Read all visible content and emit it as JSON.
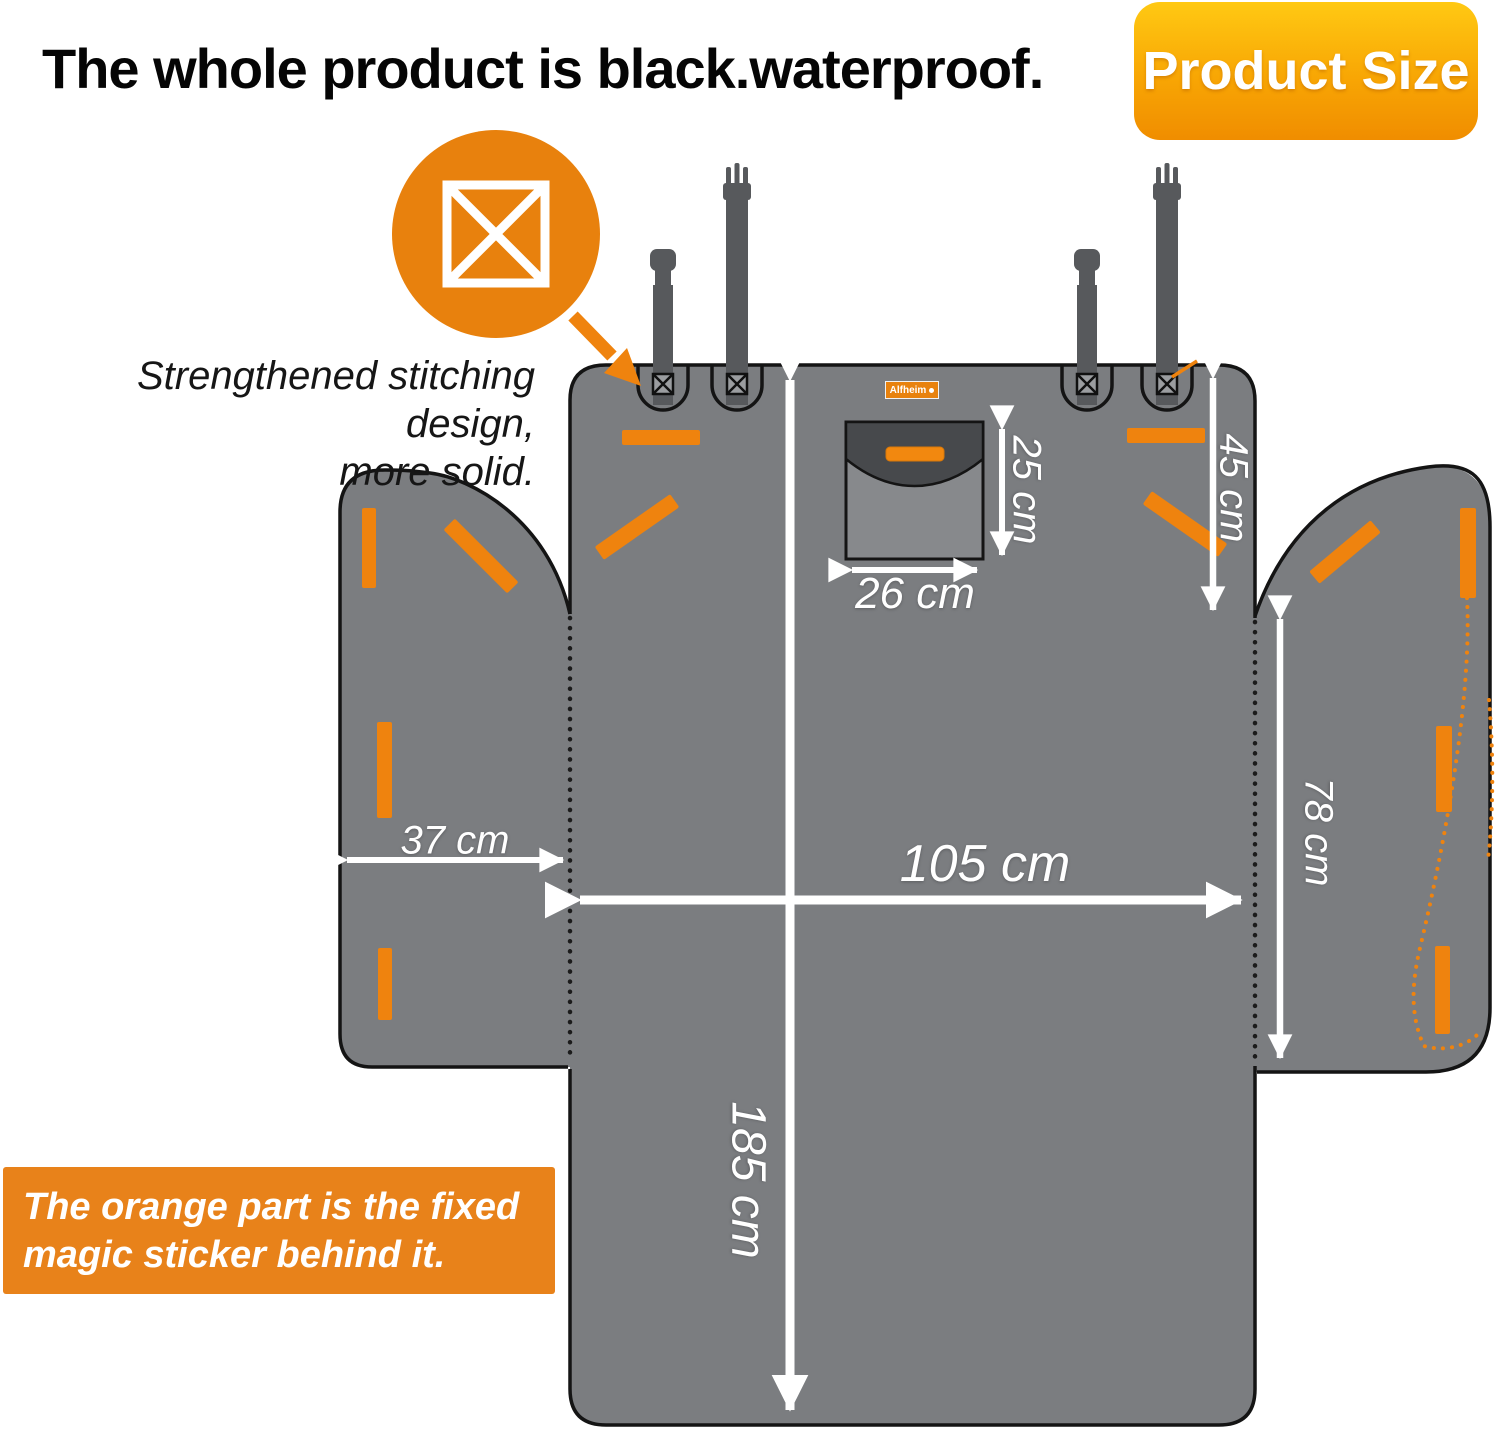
{
  "header": {
    "title": "The whole product is black.waterproof.",
    "badge_label": "Product Size"
  },
  "callouts": {
    "stitching": {
      "line1": "Strengthened stitching design,",
      "line2": "more solid."
    },
    "magic_sticker": {
      "line1": "The orange part is the fixed",
      "line2": "magic sticker behind it."
    }
  },
  "product": {
    "brand_label": "Alfheim"
  },
  "dimensions": {
    "total_length": "185 cm",
    "main_width": "105 cm",
    "headrest_height": "45 cm",
    "pocket_height": "25 cm",
    "pocket_width": "26 cm",
    "side_flap_width": "37 cm",
    "side_flap_height": "78 cm"
  },
  "icons": {
    "stitch_icon": "crossed-box-stitch-icon",
    "brand_paw": "paw-icon"
  },
  "colors": {
    "accent_orange": "#ef830e",
    "badge_gradient_top": "#ffc913",
    "badge_gradient_bottom": "#f08d00",
    "fabric_gray": "#7b7d80",
    "pocket_gray": "#87898c",
    "pocket_flap_gray": "#47494c",
    "strap_gray": "#57595c",
    "outline_black": "#141414",
    "dimension_text": "#ffffff"
  }
}
